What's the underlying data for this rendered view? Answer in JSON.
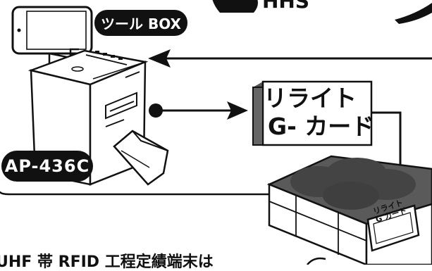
{
  "tool_box_label": "ツール BOX",
  "model_label": "AP-436C",
  "card_label_line1": "リライト",
  "card_label_line2": "G- カード",
  "mini_card_line1": "リライト",
  "mini_card_line2": "G カード",
  "top_partial_text": "HHS",
  "bottom_partial_text": "UHF 帯 RFID 工程定績端末は",
  "colors": {
    "ink": "#111111",
    "box_top": "#5a5a5a",
    "disc": "#444444"
  }
}
